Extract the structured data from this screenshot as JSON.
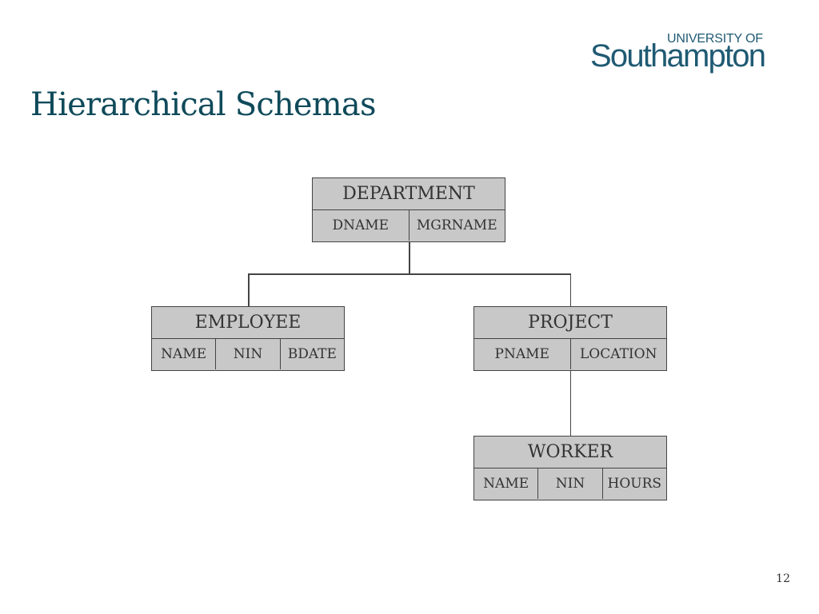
{
  "logo": {
    "top_text": "UNIVERSITY OF",
    "main_text": "Southampton"
  },
  "title": "Hierarchical Schemas",
  "diagram": {
    "department": {
      "name": "DEPARTMENT",
      "fields": [
        "DNAME",
        "MGRNAME"
      ]
    },
    "employee": {
      "name": "EMPLOYEE",
      "fields": [
        "NAME",
        "NIN",
        "BDATE"
      ]
    },
    "project": {
      "name": "PROJECT",
      "fields": [
        "PNAME",
        "LOCATION"
      ]
    },
    "worker": {
      "name": "WORKER",
      "fields": [
        "NAME",
        "NIN",
        "HOURS"
      ]
    }
  },
  "page_number": "12",
  "colors": {
    "title": "#0f4a5a",
    "logo": "#1f5a73",
    "box_fill": "#c8c8c8",
    "box_border": "#444444"
  }
}
